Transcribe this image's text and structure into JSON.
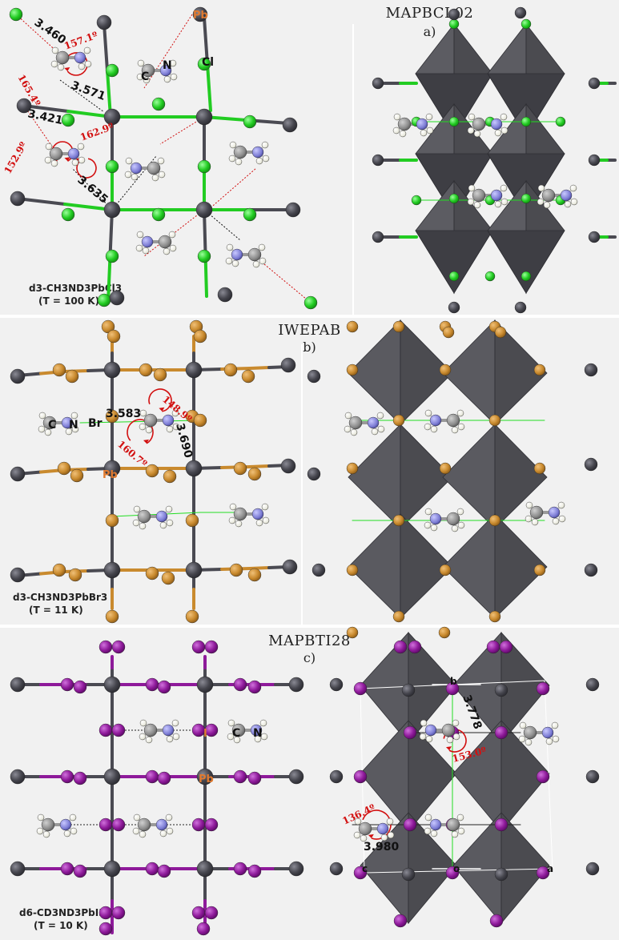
{
  "panels": [
    {
      "id": "a",
      "title": "MAPBCL02",
      "sub": "a)",
      "formula_line1": "d3-CH3ND3PbCl3",
      "formula_line2": "(T = 100 K)",
      "halide_color": "#22cc22",
      "distances": [
        "3.460",
        "3.571",
        "3.421",
        "3.635"
      ],
      "angles": [
        "157.1º",
        "165.4º",
        "162.9º",
        "152.9º"
      ],
      "atom_labels": [
        "Pb",
        "C",
        "N",
        "Cl"
      ]
    },
    {
      "id": "b",
      "title": "IWEPAB",
      "sub": "b)",
      "formula_line1": "d3-CH3ND3PbBr3",
      "formula_line2": "(T = 11 K)",
      "halide_color": "#c98a2e",
      "distances": [
        "3.583",
        "3.690"
      ],
      "angles": [
        "148.9º",
        "160.7º"
      ],
      "atom_labels": [
        "C",
        "N",
        "Br",
        "Pb"
      ]
    },
    {
      "id": "c",
      "title": "MAPBTI28",
      "sub": "c)",
      "formula_line1": "d6-CD3ND3PbI3",
      "formula_line2": "(T = 10 K)",
      "halide_color": "#8e1a9a",
      "distances": [
        "3.778",
        "3.980"
      ],
      "angles": [
        "153.0º",
        "136.4º"
      ],
      "atom_labels": [
        "I",
        "C",
        "N",
        "Pb",
        "b",
        "c",
        "o",
        "a"
      ]
    }
  ],
  "colors": {
    "pb": "#4a4a52",
    "carbon": "#8a8a8a",
    "nitrogen": "#8080d8",
    "hydrogen": "#f2f2ea",
    "octahedron": "#4b4b50",
    "angle_red": "#d21010",
    "hbond_green": "#22dd22"
  }
}
